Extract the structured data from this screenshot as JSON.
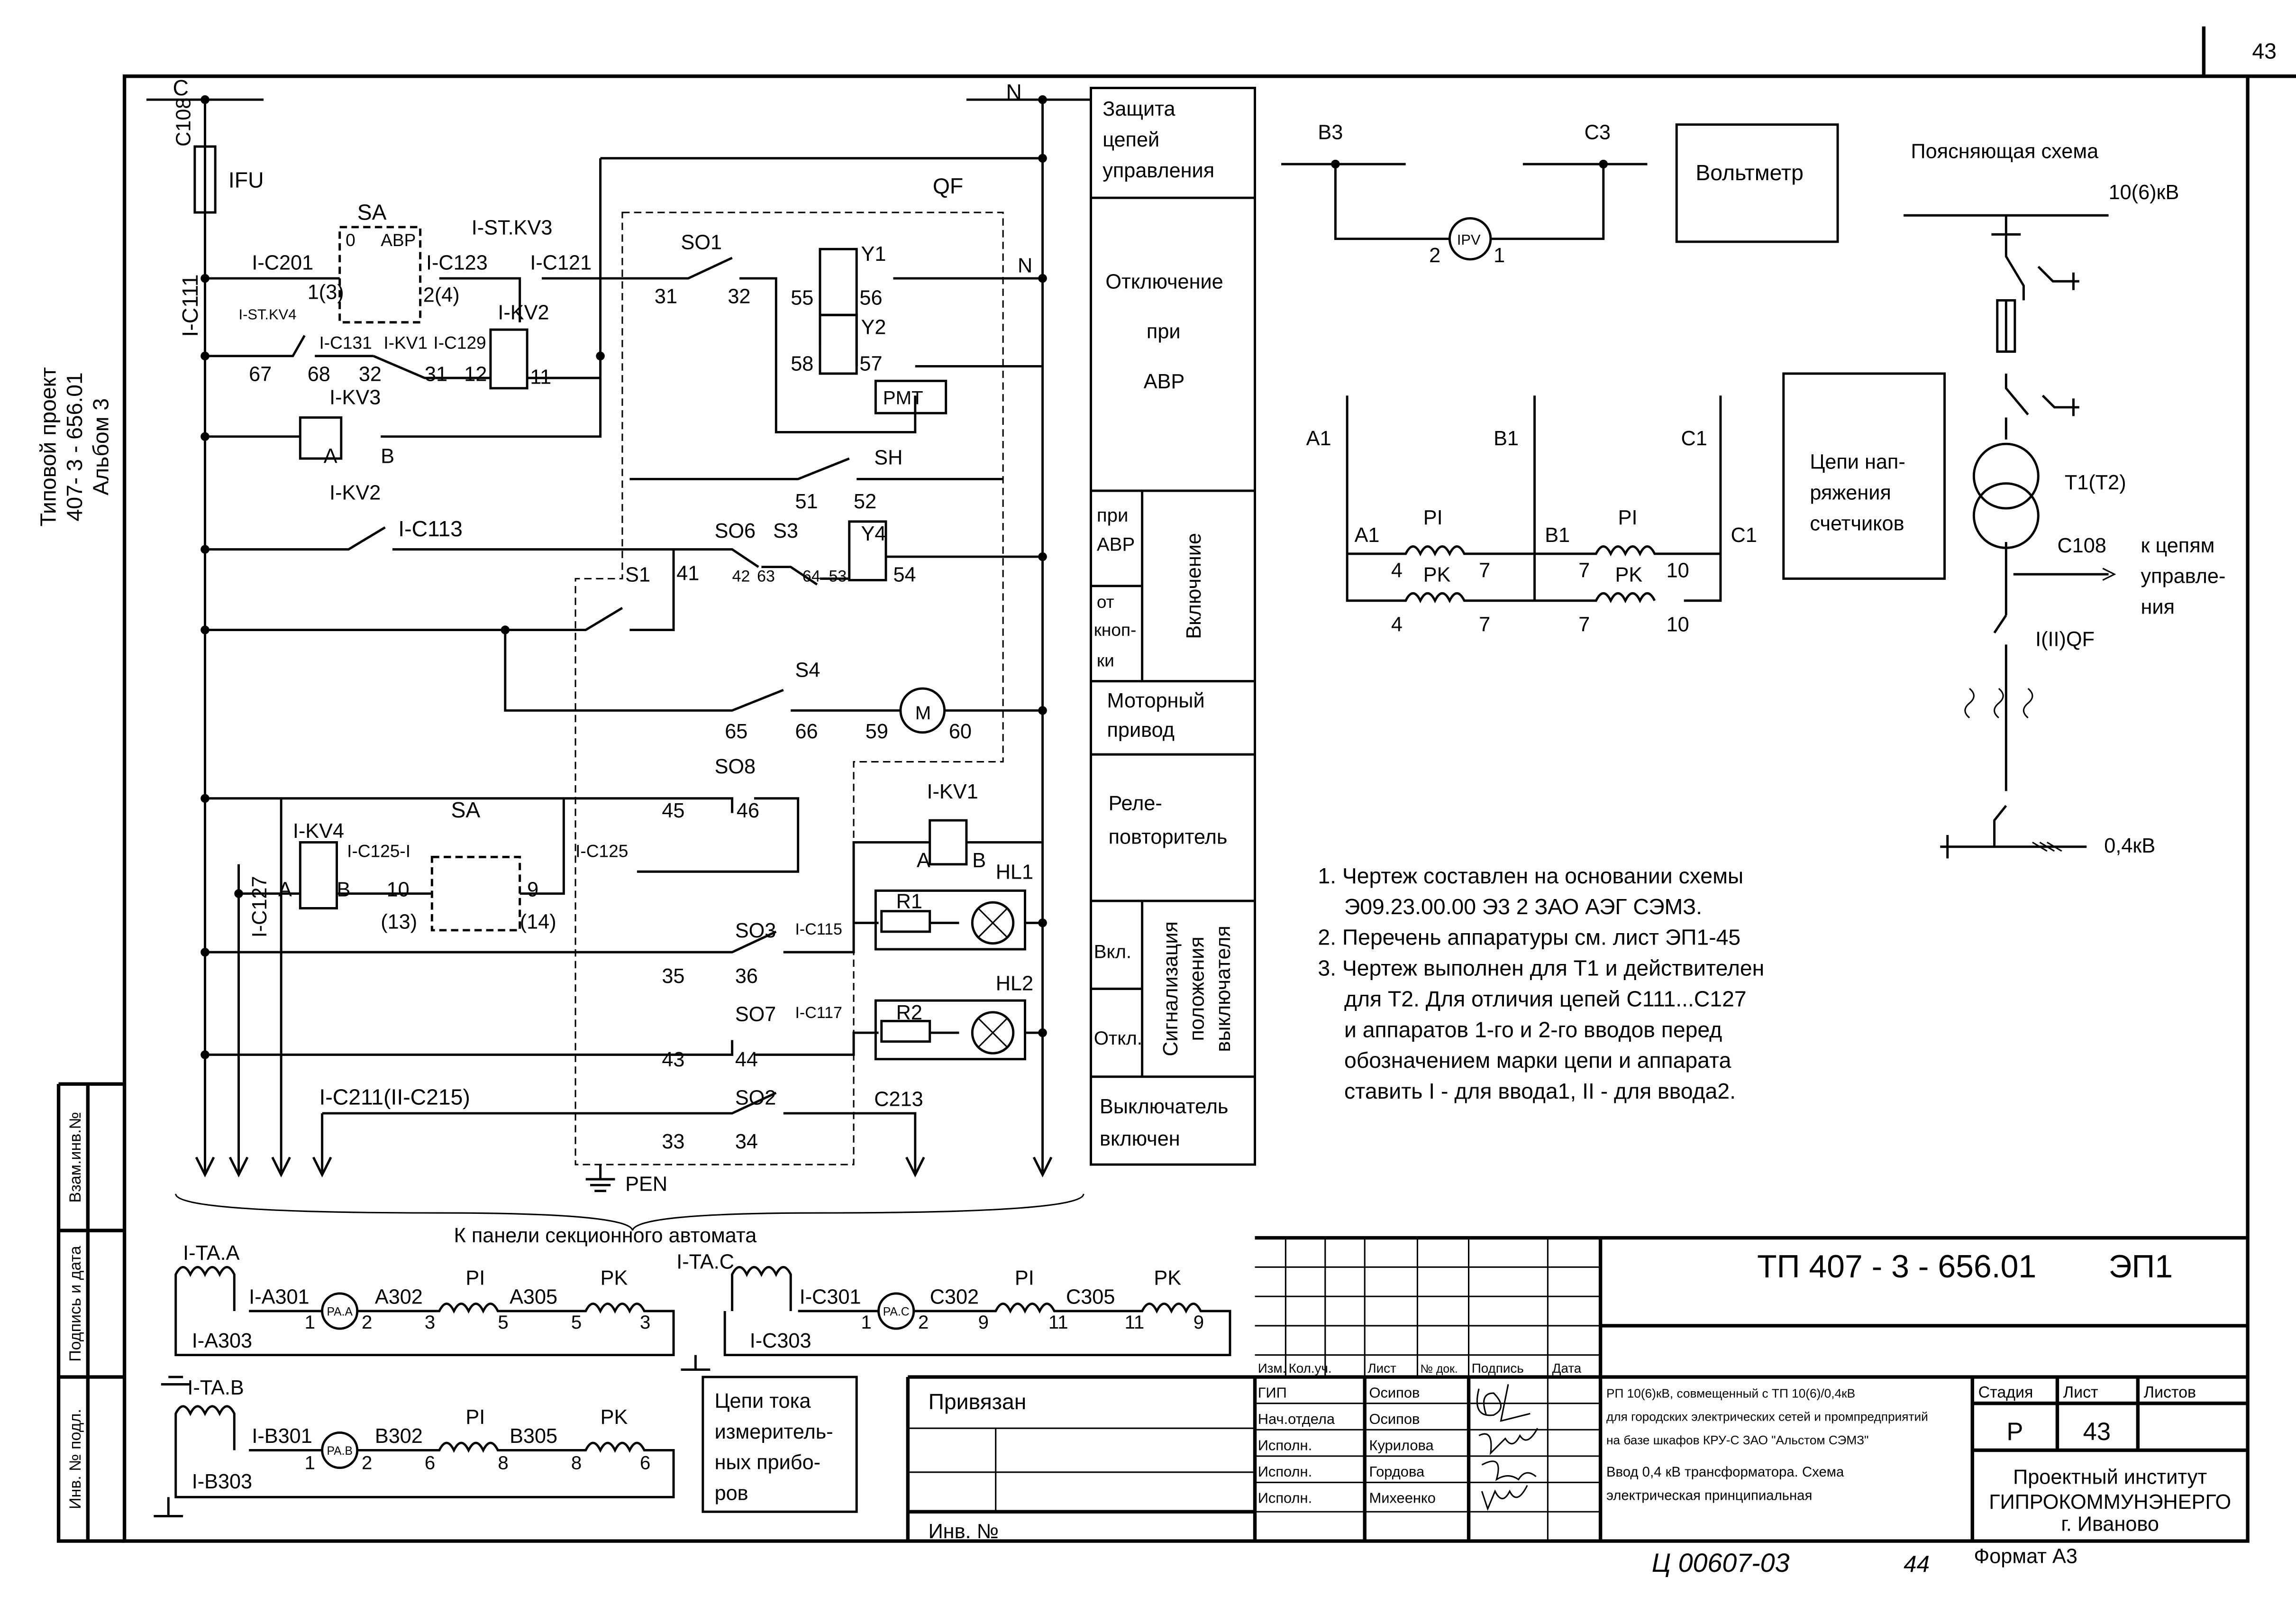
{
  "sheet_number": "43",
  "stamp": {
    "l1": "Типовой проект",
    "l2": "407- 3 - 656.01",
    "l3": "Альбом 3"
  },
  "margin": {
    "vzam": "Взам.инв.№",
    "podp": "Подпись и дата",
    "inv": "Инв. № подл."
  },
  "sch": {
    "c": "C",
    "n": "N",
    "c108": "C108",
    "ifu": "IFU",
    "c111": "I-C111",
    "sa": "SA",
    "sa_0": "0",
    "sa_avr": "АВР",
    "ic201": "I-C201",
    "t13": "1(3)",
    "t24": "2(4)",
    "ic123": "I-C123",
    "istkv3": "I-ST.KV3",
    "ic121": "I-C121",
    "istkv4": "I-ST.KV4",
    "ikv2a": "I-KV2",
    "ic131": "I-C131",
    "ikv1a": "I-KV1",
    "ic129": "I-C129",
    "t67": "67",
    "t68": "68",
    "t32a": "32",
    "t31a": "31",
    "t12": "12",
    "t11": "11",
    "ikv3": "I-KV3",
    "ta": "A",
    "tb": "B",
    "ikv2b": "I-KV2",
    "ic113": "I-C113",
    "so1": "SO1",
    "t31": "31",
    "t32": "32",
    "qf": "QF",
    "y1": "Y1",
    "t55": "55",
    "t56": "56",
    "y2": "Y2",
    "t58": "58",
    "t57": "57",
    "pmt": "PMT",
    "n2": "N",
    "sh": "SH",
    "t51": "51",
    "t52": "52",
    "so6": "SO6",
    "s3": "S3",
    "y4": "Y4",
    "t41": "41",
    "t42": "42",
    "t63": "63",
    "t64": "64",
    "t53": "53",
    "t54": "54",
    "s1": "S1",
    "s4": "S4",
    "t65": "65",
    "t66": "66",
    "t59": "59",
    "t60": "60",
    "m": "M",
    "so8": "SO8",
    "t45": "45",
    "t46": "46",
    "ikv1b": "I-KV1",
    "ikv4": "I-KV4",
    "sa2": "SA",
    "ic125i": "I-C125-I",
    "ic125": "I-C125",
    "tA2": "A",
    "tB2": "B",
    "t10": "10",
    "t13b": "(13)",
    "t9": "9",
    "t14": "(14)",
    "ic127": "I-C127",
    "hl1": "HL1",
    "r1": "R1",
    "tA3": "A",
    "tB3": "B",
    "so3": "SO3",
    "ic115": "I-C115",
    "t35": "35",
    "t36": "36",
    "hl2": "HL2",
    "r2": "R2",
    "so7": "SO7",
    "ic117": "I-C117",
    "t43": "43",
    "t44": "44",
    "ic211": "I-C211(II-C215)",
    "so2": "SO2",
    "c213": "C213",
    "t33": "33",
    "t34": "34",
    "pen": "PEN",
    "k_panel": "К панели секционного автомата"
  },
  "column": {
    "zash": [
      "Защита",
      "цепей",
      "управления"
    ],
    "otkl": [
      "Отключение",
      "при",
      "АВР"
    ],
    "pri_avr": [
      "при",
      "АВР"
    ],
    "ot_knop": [
      "от",
      "кноп-",
      "ки"
    ],
    "vkl": "Включение",
    "motor": [
      "Моторный",
      "привод"
    ],
    "rele": [
      "Реле-",
      "повторитель"
    ],
    "vkl2": "Вкл.",
    "otkl2": "Откл.",
    "sign": [
      "Сигнализация",
      "положения",
      "выключателя"
    ],
    "vykl": [
      "Выключатель",
      "включен"
    ]
  },
  "volt": {
    "b3": "B3",
    "c3": "C3",
    "ipv": "IPV",
    "t2": "2",
    "t1": "1",
    "box": "Вольтметр"
  },
  "meter": {
    "a1": "A1",
    "b1": "B1",
    "c1": "C1",
    "pi": "PI",
    "pk": "PK",
    "n4": "4",
    "n7": "7",
    "n10": "10",
    "box": [
      "Цепи нап-",
      "ряжения",
      "счетчиков"
    ]
  },
  "expl": {
    "title": "Поясняющая схема",
    "hv": "10(6)кВ",
    "tr": "T1(T2)",
    "c108": "C108",
    "to": [
      "к цепям",
      "управле-",
      "ния"
    ],
    "qf": "I(II)QF",
    "lv": "0,4кВ"
  },
  "notes": [
    "1. Чертеж составлен на основании схемы",
    "Э09.23.00.00 Э3 2 ЗАО АЭГ СЭМЗ.",
    "2. Перечень аппаратуры см. лист ЭП1-45",
    "3. Чертеж выполнен для Т1 и действителен",
    "для Т2. Для отличия цепей С111...С127",
    "и аппаратов 1-го и 2-го вводов перед",
    "обозначением марки цепи и аппарата",
    "ставить I - для ввода1, II - для ввода2."
  ],
  "ct": {
    "ita_a": "I-TA.A",
    "ia301": "I-A301",
    "paa": "PA.A",
    "a302": "A302",
    "a305": "A305",
    "ia303": "I-A303",
    "ita_c": "I-TA.C",
    "ic301": "I-C301",
    "pac": "PA.C",
    "c302": "C302",
    "c305": "C305",
    "ic303": "I-C303",
    "ita_b": "I-TA.B",
    "ib301": "I-B301",
    "pab": "PA.B",
    "b302": "B302",
    "b305": "B305",
    "ib303": "I-B303",
    "pi": "PI",
    "pk": "PK",
    "n1": "1",
    "n2": "2",
    "n3": "3",
    "n5": "5",
    "n6": "6",
    "n8": "8",
    "n9": "9",
    "n11": "11",
    "box": [
      "Цепи тока",
      "измеритель-",
      "ных прибо-",
      "ров"
    ]
  },
  "privyazan": {
    "label": "Привязан",
    "inv": "Инв. №"
  },
  "tb": {
    "code": "ТП  407 - 3 - 656.01",
    "sheet_code": "ЭП1",
    "head": [
      "Изм.",
      "Кол.уч.",
      "Лист",
      "№ док.",
      "Подпись",
      "Дата"
    ],
    "rows": [
      {
        "role": "ГИП",
        "name": "Осипов"
      },
      {
        "role": "Нач.отдела",
        "name": "Осипов"
      },
      {
        "role": "Исполн.",
        "name": "Курилова"
      },
      {
        "role": "Исполн.",
        "name": "Гордова"
      },
      {
        "role": "Исполн.",
        "name": "Михеенко"
      }
    ],
    "desc1": [
      "РП 10(6)кВ, совмещенный с ТП 10(6)/0,4кВ",
      "для городских электрических сетей и промпредприятий",
      "на базе шкафов КРУ-С ЗАО \"Альстом СЭМЗ\""
    ],
    "desc2": [
      "Ввод 0,4 кВ трансформатора. Схема",
      "электрическая принципиальная"
    ],
    "stage_h": "Стадия",
    "sheet_h": "Лист",
    "sheets_h": "Листов",
    "stage": "Р",
    "sheet": "43",
    "inst": [
      "Проектный институт",
      "ГИПРОКОММУНЭНЕРГО",
      "г. Иваново"
    ]
  },
  "footer": {
    "hand": "Ц 00607-03",
    "hand2": "44",
    "format": "Формат А3"
  }
}
